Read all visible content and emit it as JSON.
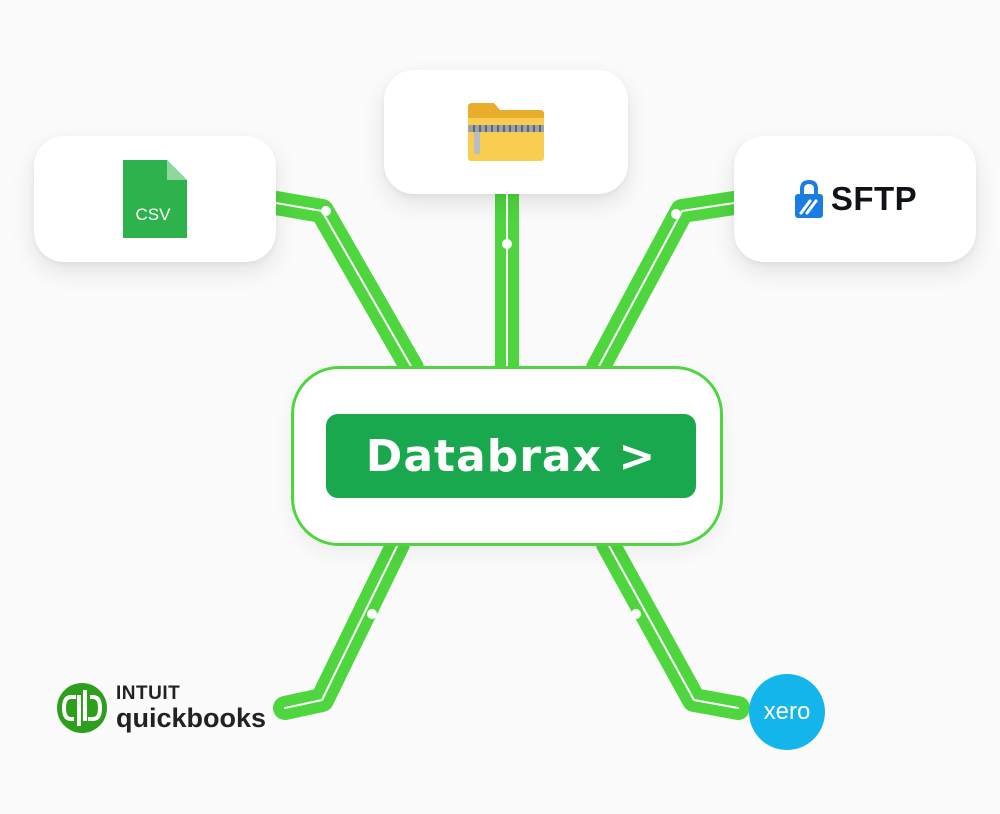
{
  "nodes": {
    "csv": {
      "label": "CSV",
      "icon": "csv-file-icon"
    },
    "zip": {
      "icon": "zip-folder-icon"
    },
    "sftp": {
      "label": "SFTP",
      "icon": "lock-icon"
    },
    "hub": {
      "label": "Databrax >"
    },
    "quickbooks": {
      "brand": "INTUIT",
      "name": "quickbooks",
      "icon": "quickbooks-logo-icon"
    },
    "xero": {
      "label": "xero",
      "icon": "xero-logo-icon"
    }
  },
  "colors": {
    "connector": "#4fd63f",
    "hub_button": "#1aa84f",
    "csv_icon": "#2eb24b",
    "folder": "#f5c544",
    "sftp_lock": "#1a7ee0",
    "quickbooks": "#2ca01c",
    "xero": "#13b5ea"
  }
}
